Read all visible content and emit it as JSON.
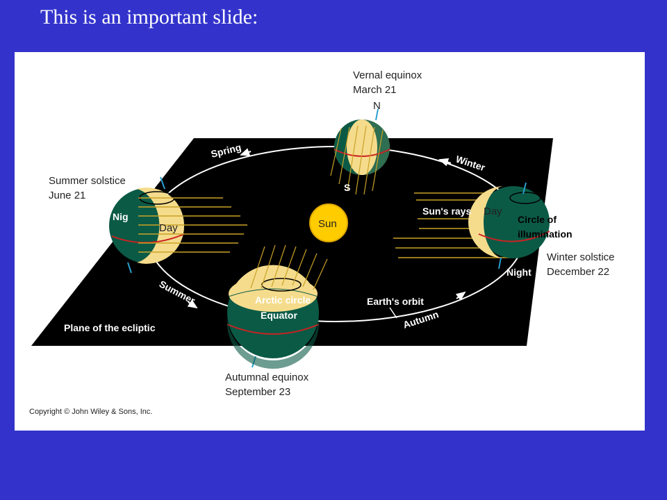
{
  "slide": {
    "title": "This is an important slide:"
  },
  "figure": {
    "labels": {
      "vernal_equinox": "Vernal equinox",
      "vernal_date": "March 21",
      "north": "N",
      "south": "S",
      "summer_solstice": "Summer solstice",
      "summer_date": "June 21",
      "winter_solstice": "Winter solstice",
      "winter_date": "December 22",
      "autumnal_equinox": "Autumnal equinox",
      "autumnal_date": "September 23",
      "sun": "Sun",
      "suns_rays": "Sun's rays",
      "day_left": "Day",
      "night_left": "Nig",
      "day_right": "Day",
      "night_right": "Night",
      "circle_of": "Circle of",
      "illumination": "illumination",
      "arctic_circle": "Arctic circle",
      "equator": "Equator",
      "earths_orbit": "Earth's orbit",
      "plane": "Plane of the ecliptic",
      "season_spring": "Spring",
      "season_winter": "Winter",
      "season_summer": "Summer",
      "season_autumn": "Autumn",
      "copyright": "Copyright © John Wiley & Sons, Inc."
    },
    "colors": {
      "slide_background": "#3333cc",
      "plane": "#000000",
      "sun": "#ffcc00",
      "earth_day": "#f5dc8c",
      "earth_night": "#0b5a46",
      "equator_line": "#cc2222",
      "rays": "#c9a227",
      "axis": "#2a9fd0"
    }
  }
}
